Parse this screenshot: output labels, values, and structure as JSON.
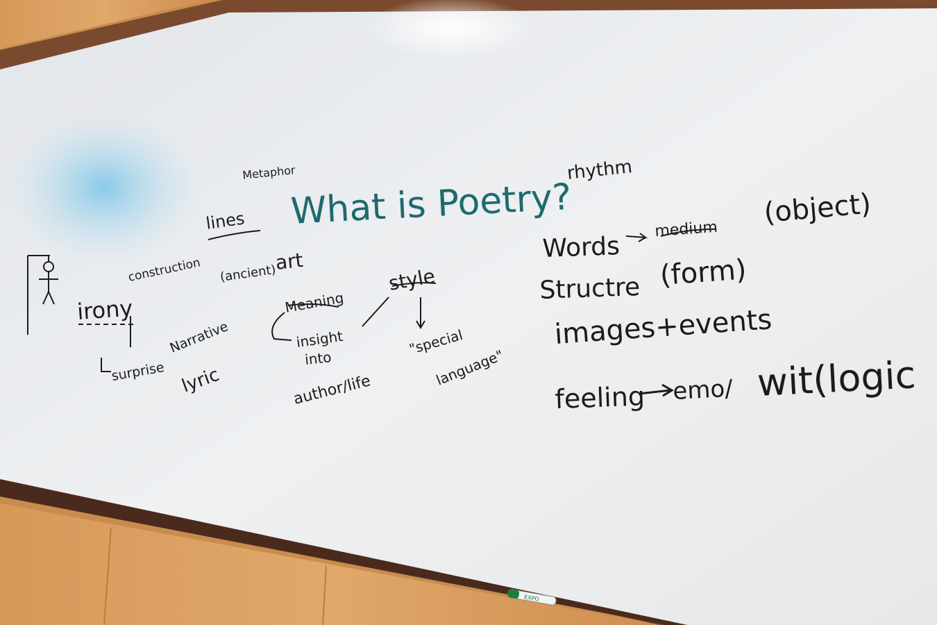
{
  "whiteboard": {
    "title": "What is Poetry?",
    "left_terms": {
      "metaphor": "Metaphor",
      "lines": "lines",
      "construction": "construction",
      "ancient": "(ancient)",
      "art": "art",
      "irony": "irony",
      "surprise": "surprise",
      "narrative": "Narrative",
      "lyric": "lyric"
    },
    "middle_terms": {
      "meaning": "Meaning",
      "insight": "insight",
      "into": "into",
      "author_life": "author/life",
      "style": "style",
      "special": "\"special",
      "language": "language\""
    },
    "right_terms": {
      "rhythm": "rhythm",
      "words": "Words",
      "medium": "medium",
      "object": "(object)",
      "structure": "Structre",
      "form": "(form)",
      "images_events": "images+events",
      "feeling": "feeling",
      "emo": "emo/",
      "wit": "wit(logic"
    },
    "colors": {
      "ink": "#1b1b1b",
      "teal_ink": "#1d6a6e",
      "board": "#eceef0",
      "wood": "#c98c4e"
    },
    "marker_label": "EXPO"
  }
}
